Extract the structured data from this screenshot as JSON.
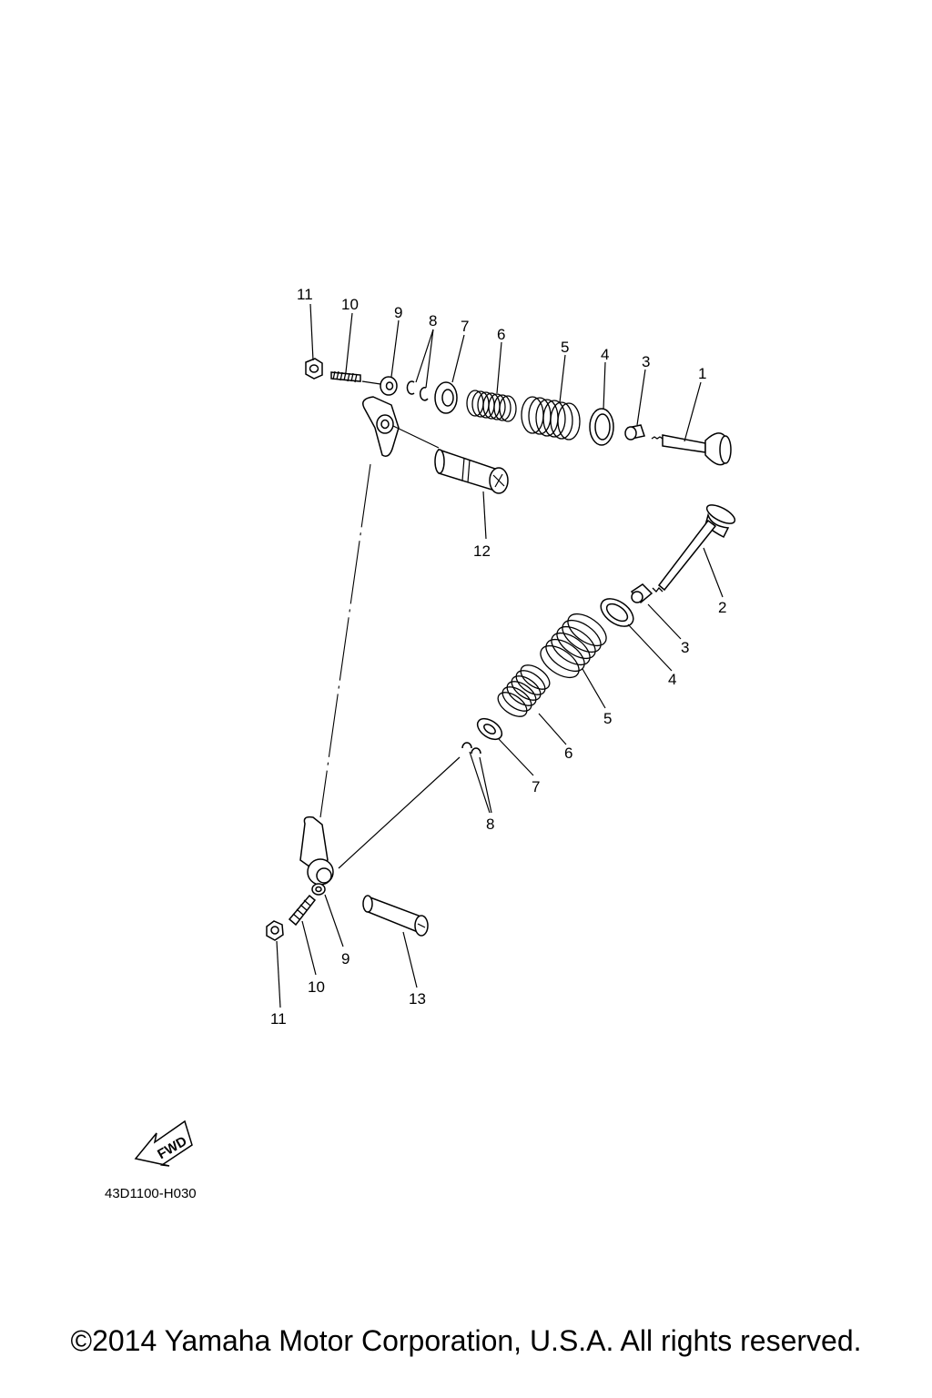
{
  "upper_callouts": [
    "11",
    "10",
    "9",
    "8",
    "7",
    "6",
    "5",
    "4",
    "3",
    "1",
    "12"
  ],
  "lower_callouts": [
    "2",
    "3",
    "4",
    "5",
    "6",
    "7",
    "8",
    "9",
    "10",
    "11",
    "13"
  ],
  "fwd_label": "FWD",
  "diagram_code": "43D1100-H030",
  "copyright": "©2014 Yamaha Motor Corporation, U.S.A. All rights reserved."
}
